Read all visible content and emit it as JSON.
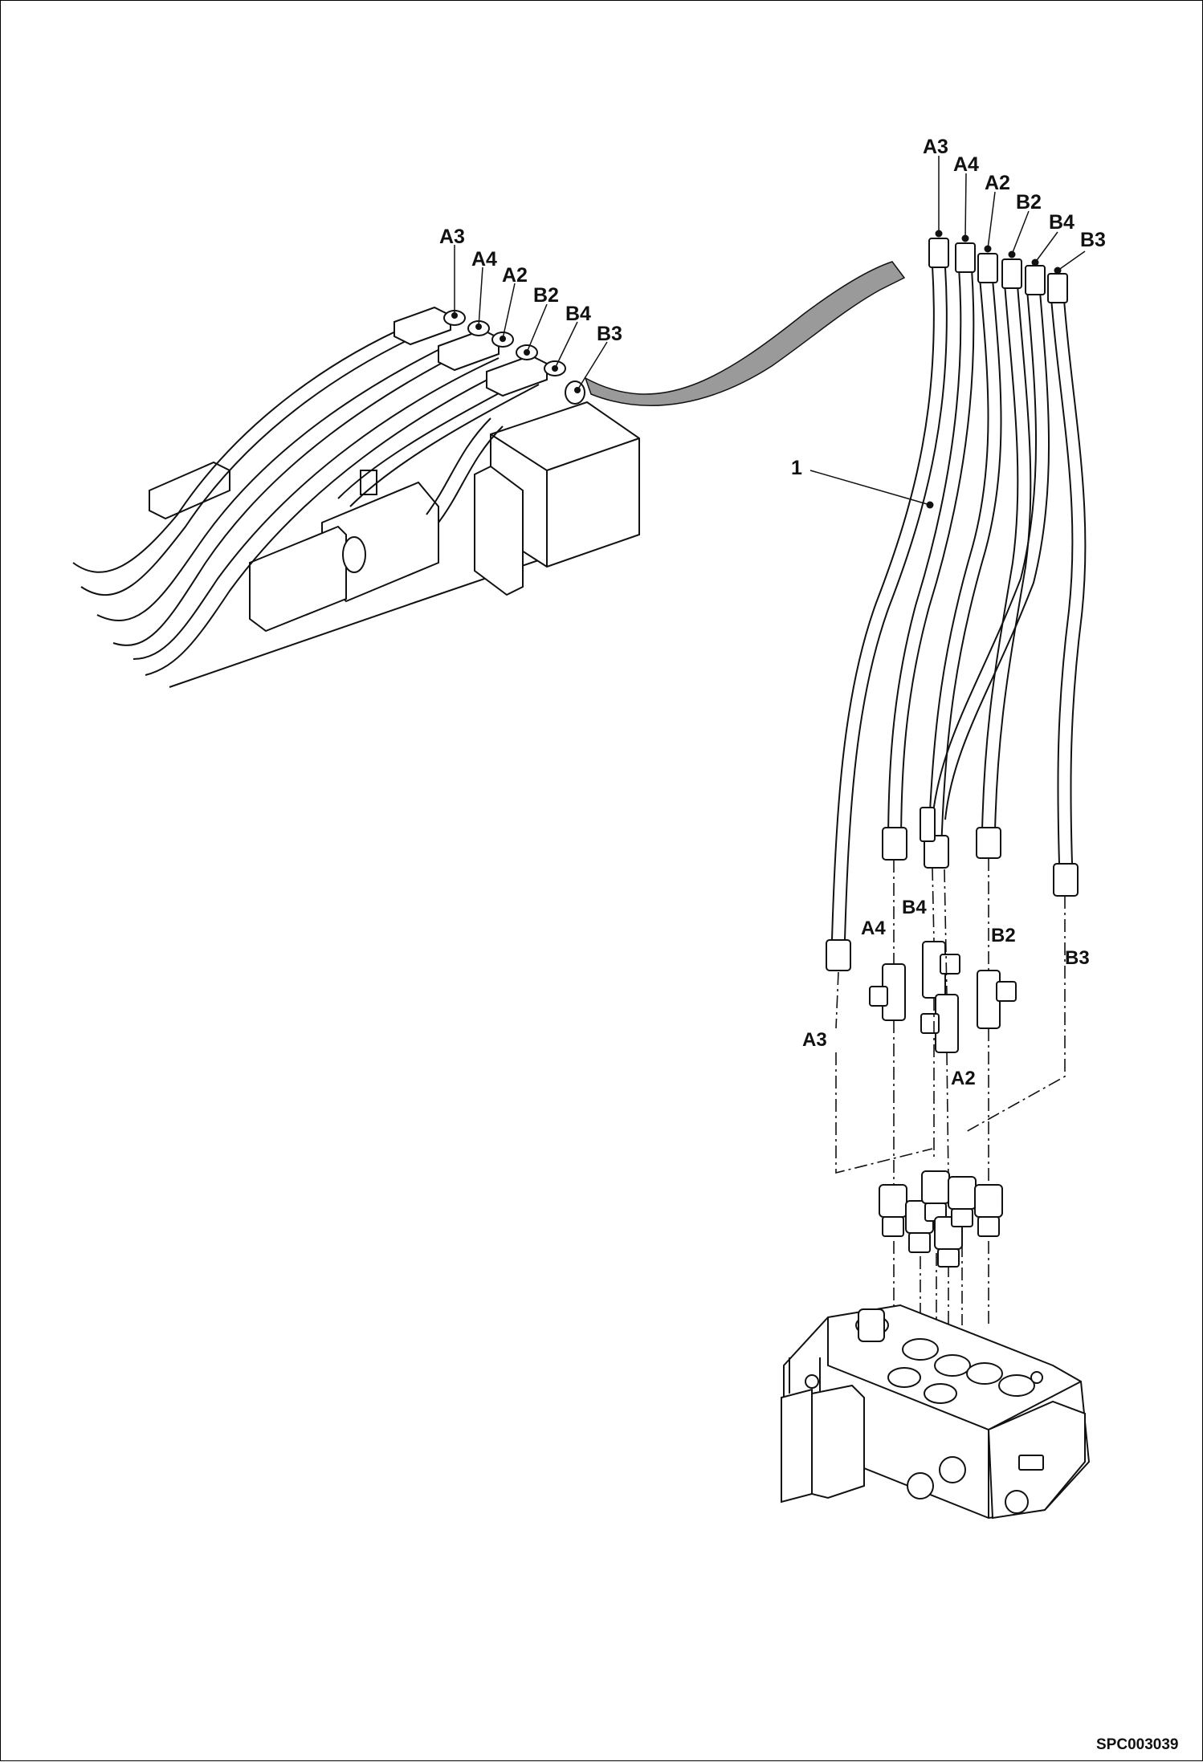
{
  "callouts": {
    "inset": {
      "a3": "A3",
      "a4": "A4",
      "a2": "A2",
      "b2": "B2",
      "b4": "B4",
      "b3": "B3"
    },
    "hose_top": {
      "a3": "A3",
      "a4": "A4",
      "a2": "A2",
      "b2": "B2",
      "b4": "B4",
      "b3": "B3"
    },
    "fittings": {
      "b4": "B4",
      "a4": "A4",
      "b2": "B2",
      "b3": "B3",
      "a3": "A3",
      "a2": "A2"
    },
    "item_1": "1"
  },
  "reference_code": "SPC003039"
}
